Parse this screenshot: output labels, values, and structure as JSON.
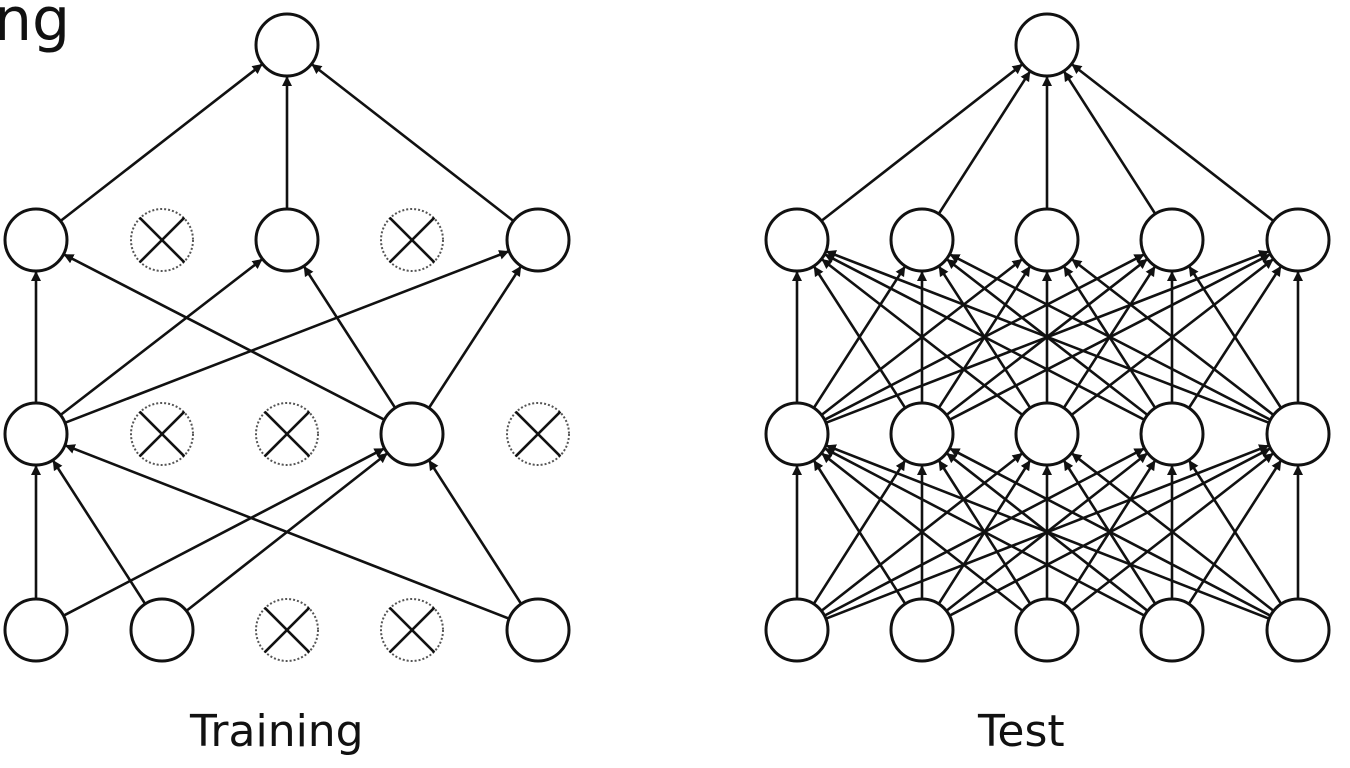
{
  "title_fragment": "ng",
  "panels": [
    {
      "id": "training",
      "caption": "Training",
      "layers": [
        {
          "name": "input",
          "units": [
            true,
            true,
            false,
            false,
            true
          ]
        },
        {
          "name": "hidden1",
          "units": [
            true,
            false,
            false,
            true,
            false
          ]
        },
        {
          "name": "hidden2",
          "units": [
            true,
            false,
            true,
            false,
            true
          ]
        },
        {
          "name": "output",
          "units": [
            true
          ]
        }
      ],
      "connections": [
        {
          "from": [
            0,
            0
          ],
          "to": [
            1,
            0
          ]
        },
        {
          "from": [
            0,
            0
          ],
          "to": [
            1,
            3
          ]
        },
        {
          "from": [
            0,
            1
          ],
          "to": [
            1,
            0
          ]
        },
        {
          "from": [
            0,
            1
          ],
          "to": [
            1,
            3
          ]
        },
        {
          "from": [
            0,
            4
          ],
          "to": [
            1,
            0
          ]
        },
        {
          "from": [
            0,
            4
          ],
          "to": [
            1,
            3
          ]
        },
        {
          "from": [
            1,
            0
          ],
          "to": [
            2,
            0
          ]
        },
        {
          "from": [
            1,
            0
          ],
          "to": [
            2,
            2
          ]
        },
        {
          "from": [
            1,
            0
          ],
          "to": [
            2,
            4
          ]
        },
        {
          "from": [
            1,
            3
          ],
          "to": [
            2,
            0
          ]
        },
        {
          "from": [
            1,
            3
          ],
          "to": [
            2,
            2
          ]
        },
        {
          "from": [
            1,
            3
          ],
          "to": [
            2,
            4
          ]
        },
        {
          "from": [
            2,
            0
          ],
          "to": [
            3,
            0
          ]
        },
        {
          "from": [
            2,
            2
          ],
          "to": [
            3,
            0
          ]
        },
        {
          "from": [
            2,
            4
          ],
          "to": [
            3,
            0
          ]
        }
      ]
    },
    {
      "id": "test",
      "caption": "Test",
      "layers": [
        {
          "name": "input",
          "units": [
            true,
            true,
            true,
            true,
            true
          ]
        },
        {
          "name": "hidden1",
          "units": [
            true,
            true,
            true,
            true,
            true
          ]
        },
        {
          "name": "hidden2",
          "units": [
            true,
            true,
            true,
            true,
            true
          ]
        },
        {
          "name": "output",
          "units": [
            true
          ]
        }
      ],
      "connections": "fully-connected"
    }
  ],
  "colors": {
    "stroke": "#111111",
    "dropped_stroke": "#555555",
    "node_fill": "#ffffff"
  }
}
